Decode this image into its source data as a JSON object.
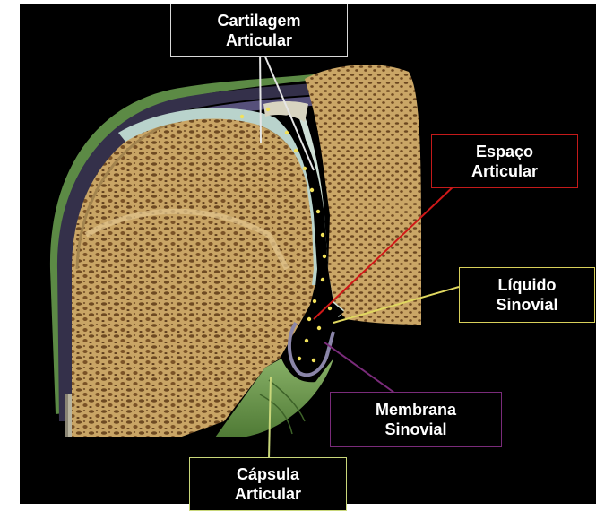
{
  "labels": {
    "cartilagem_articular": {
      "line1": "Cartilagem",
      "line2": "Articular"
    },
    "espaco_articular": {
      "line1": "Espaço",
      "line2": "Articular"
    },
    "liquido_sinovial": {
      "line1": "Líquido",
      "line2": "Sinovial"
    },
    "membrana_sinovial": {
      "line1": "Membrana",
      "line2": "Sinovial"
    },
    "capsula_articular": {
      "line1": "Cápsula",
      "line2": "Articular"
    }
  },
  "colors": {
    "background": "#000000",
    "bone": "#c8a468",
    "bone_pores": "#6e4a22",
    "cartilage": "#b9d3cc",
    "capsule_green": "#6f9a4e",
    "capsule_dark": "#3a3650",
    "synovial_fluid_dots": "#f2e25a",
    "pointer_cartilagem": "#e6e6e6",
    "pointer_espaco": "#d01818",
    "pointer_liquido": "#e0d860",
    "pointer_membrana": "#7a2b7a",
    "pointer_capsula": "#c9d77a"
  }
}
